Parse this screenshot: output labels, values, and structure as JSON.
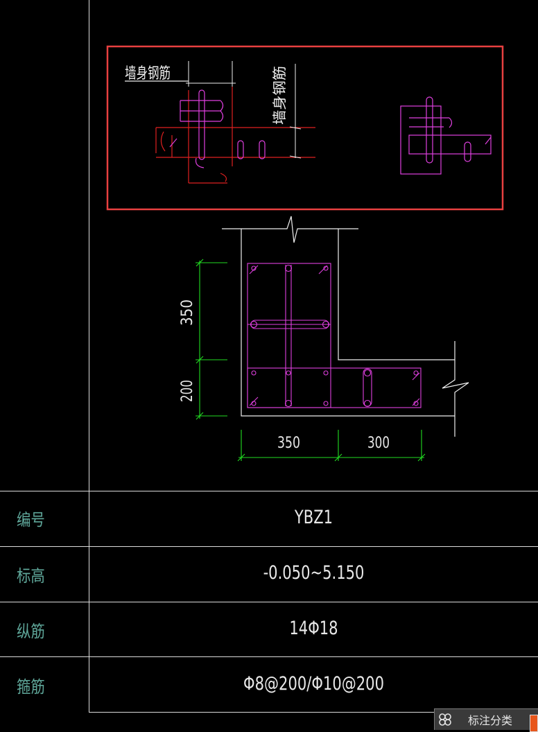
{
  "detail": {
    "label_left": "墙身钢筋",
    "label_vertical": "墙身钢筋"
  },
  "dimensions": {
    "left_top": "350",
    "left_bottom": "200",
    "bottom_left": "350",
    "bottom_right": "300"
  },
  "table": {
    "rows": [
      {
        "label": "编号",
        "value": "YBZ1"
      },
      {
        "label": "标高",
        "value": "-0.050~5.150"
      },
      {
        "label": "纵筋",
        "value": "14Φ18"
      },
      {
        "label": "箍筋",
        "value": "Φ8@200/Φ10@200"
      }
    ]
  },
  "toolbar": {
    "label": "标注分类",
    "icon": "annotation-category-icon"
  },
  "colors": {
    "background": "#000000",
    "linework": "#ffffff",
    "rebar": "#e040e0",
    "section_red": "#e02020",
    "dimension": "#22dd22",
    "highlight_box": "#e84040",
    "table_label": "#5fa79a"
  }
}
